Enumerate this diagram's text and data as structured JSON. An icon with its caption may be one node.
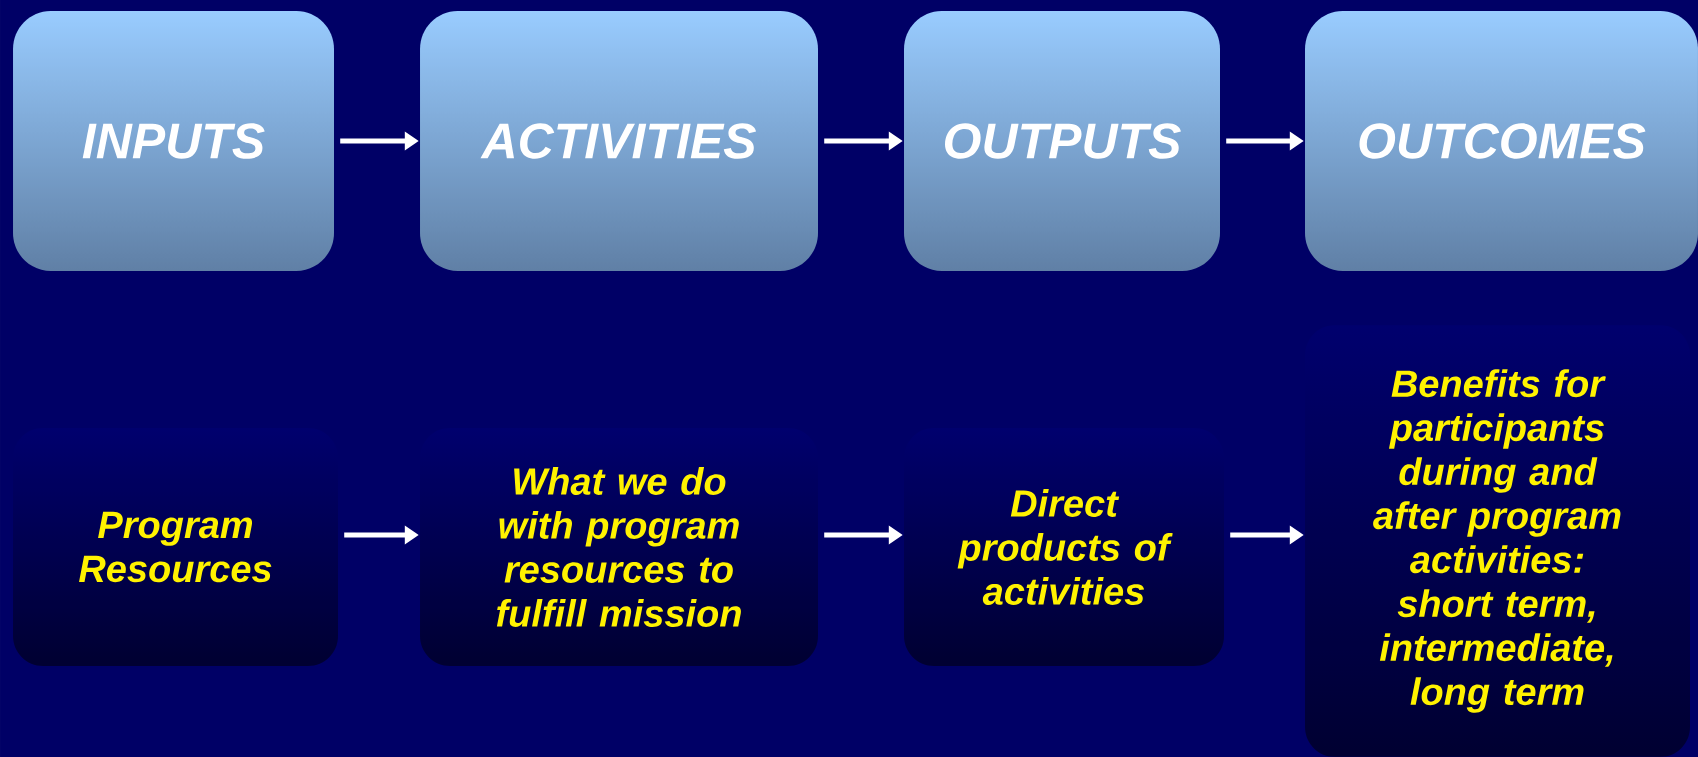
{
  "diagram": {
    "nodes": [
      {
        "text": [
          "INPUTS"
        ]
      },
      {
        "text": [
          "ACTIVITIES"
        ]
      },
      {
        "text": [
          "OUTPUTS"
        ]
      },
      {
        "text": [
          "OUTCOMES"
        ]
      },
      {
        "text": [
          "Program Resources"
        ]
      },
      {
        "text": [
          "What we do with program resources to fulfill mission"
        ]
      },
      {
        "text": [
          "Direct products of activities"
        ]
      },
      {
        "text": [
          "Benefits for participants during and after program activities: short term, intermediate, long term"
        ]
      }
    ],
    "edges": [
      {
        "from": 0,
        "to": 1,
        "arrow": "to"
      },
      {
        "from": 1,
        "to": 2,
        "arrow": "to"
      },
      {
        "from": 2,
        "to": 3,
        "arrow": "to"
      },
      {
        "from": 4,
        "to": 5,
        "arrow": "to"
      },
      {
        "from": 5,
        "to": 6,
        "arrow": "to"
      },
      {
        "from": 6,
        "to": 7,
        "arrow": "to"
      }
    ]
  }
}
